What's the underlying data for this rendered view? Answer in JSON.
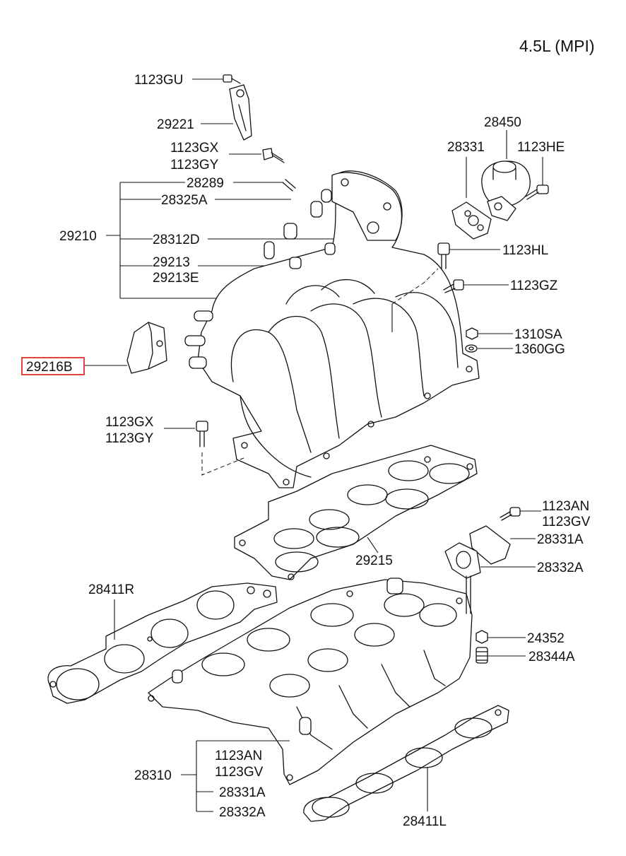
{
  "title": "4.5L (MPI)",
  "highlight_color": "#e0302a",
  "labels": {
    "p1123GU": "1123GU",
    "p29221": "29221",
    "p1123GX_a": "1123GX",
    "p1123GY_a": "1123GY",
    "p28289": "28289",
    "p28325A": "28325A",
    "p29210": "29210",
    "p28312D": "28312D",
    "p29213": "29213",
    "p29213E": "29213E",
    "p28450": "28450",
    "p28331": "28331",
    "p1123HE": "1123HE",
    "p1123HL": "1123HL",
    "p1123GZ": "1123GZ",
    "p1310SA": "1310SA",
    "p1360GG": "1360GG",
    "p29216B": "29216B",
    "p1123GX_b": "1123GX",
    "p1123GY_b": "1123GY",
    "p1123AN_a": "1123AN",
    "p1123GV_a": "1123GV",
    "p28331A_a": "28331A",
    "p29215": "29215",
    "p28332A_a": "28332A",
    "p28411R": "28411R",
    "p24352": "24352",
    "p28344A": "28344A",
    "p1123AN_b": "1123AN",
    "p1123GV_b": "1123GV",
    "p28310": "28310",
    "p28331A_b": "28331A",
    "p28332A_b": "28332A",
    "p28411L": "28411L"
  }
}
